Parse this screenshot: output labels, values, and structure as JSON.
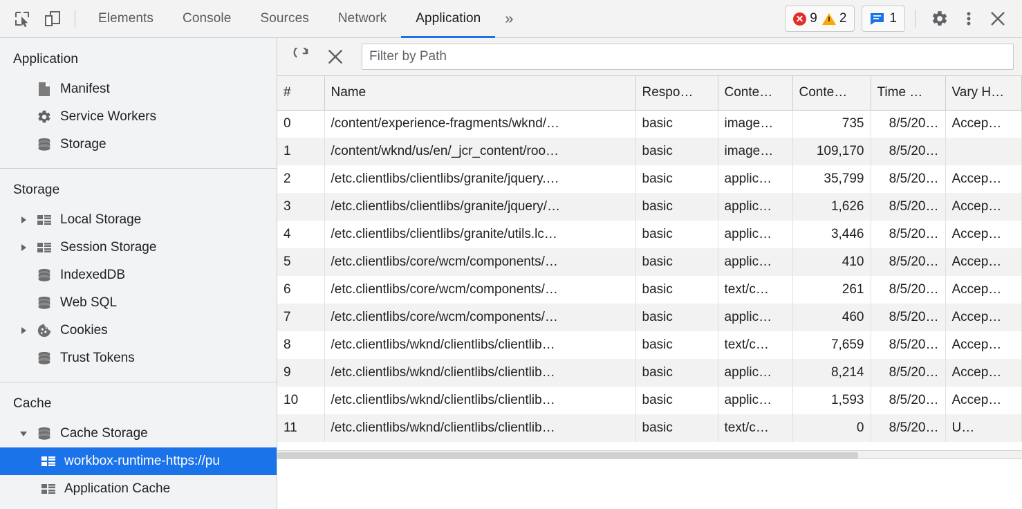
{
  "toolbar": {
    "inspect_icon": "inspect-element-icon",
    "device_icon": "device-toolbar-icon",
    "tabs": [
      {
        "label": "Elements",
        "active": false
      },
      {
        "label": "Console",
        "active": false
      },
      {
        "label": "Sources",
        "active": false
      },
      {
        "label": "Network",
        "active": false
      },
      {
        "label": "Application",
        "active": true
      }
    ],
    "more_tabs": "»",
    "error_count": "9",
    "warning_count": "2",
    "message_count": "1",
    "settings_icon": "gear-icon",
    "more_icon": "kebab-menu-icon",
    "close_icon": "close-icon",
    "accent_color": "#1a73e8",
    "error_color": "#e52d27",
    "warning_color": "#f9ab00",
    "message_color": "#1a73e8"
  },
  "sidebar": {
    "sections": [
      {
        "title": "Application",
        "items": [
          {
            "label": "Manifest",
            "icon": "manifest-file-icon",
            "arrow": "none",
            "selected": false
          },
          {
            "label": "Service Workers",
            "icon": "gear-icon",
            "arrow": "none",
            "selected": false
          },
          {
            "label": "Storage",
            "icon": "database-icon",
            "arrow": "none",
            "selected": false
          }
        ]
      },
      {
        "title": "Storage",
        "items": [
          {
            "label": "Local Storage",
            "icon": "table-icon",
            "arrow": "right",
            "selected": false
          },
          {
            "label": "Session Storage",
            "icon": "table-icon",
            "arrow": "right",
            "selected": false
          },
          {
            "label": "IndexedDB",
            "icon": "database-icon",
            "arrow": "none",
            "selected": false
          },
          {
            "label": "Web SQL",
            "icon": "database-icon",
            "arrow": "none",
            "selected": false
          },
          {
            "label": "Cookies",
            "icon": "cookie-icon",
            "arrow": "right",
            "selected": false
          },
          {
            "label": "Trust Tokens",
            "icon": "database-icon",
            "arrow": "none",
            "selected": false
          }
        ]
      },
      {
        "title": "Cache",
        "items": [
          {
            "label": "Cache Storage",
            "icon": "database-icon",
            "arrow": "down",
            "selected": false
          },
          {
            "label": "workbox-runtime-https://pu",
            "icon": "table-icon",
            "arrow": "none",
            "selected": true,
            "indent": 2
          },
          {
            "label": "Application Cache",
            "icon": "table-icon",
            "arrow": "none",
            "selected": false,
            "indent": 2
          }
        ]
      }
    ]
  },
  "main": {
    "refresh_icon": "refresh-icon",
    "clear_icon": "clear-icon",
    "filter": {
      "placeholder": "Filter by Path",
      "value": ""
    },
    "table": {
      "columns": [
        {
          "key": "idx",
          "label": "#",
          "align": "left"
        },
        {
          "key": "name",
          "label": "Name",
          "align": "left"
        },
        {
          "key": "resp",
          "label": "Respo…",
          "align": "left"
        },
        {
          "key": "ctype",
          "label": "Conte…",
          "align": "left"
        },
        {
          "key": "clen",
          "label": "Conte…",
          "align": "right"
        },
        {
          "key": "time",
          "label": "Time …",
          "align": "right"
        },
        {
          "key": "vary",
          "label": "Vary H…",
          "align": "left"
        }
      ],
      "rows": [
        {
          "idx": "0",
          "name": "/content/experience-fragments/wknd/…",
          "resp": "basic",
          "ctype": "image…",
          "clen": "735",
          "time": "8/5/20…",
          "vary": "Accep…"
        },
        {
          "idx": "1",
          "name": "/content/wknd/us/en/_jcr_content/roo…",
          "resp": "basic",
          "ctype": "image…",
          "clen": "109,170",
          "time": "8/5/20…",
          "vary": ""
        },
        {
          "idx": "2",
          "name": "/etc.clientlibs/clientlibs/granite/jquery.…",
          "resp": "basic",
          "ctype": "applic…",
          "clen": "35,799",
          "time": "8/5/20…",
          "vary": "Accep…"
        },
        {
          "idx": "3",
          "name": "/etc.clientlibs/clientlibs/granite/jquery/…",
          "resp": "basic",
          "ctype": "applic…",
          "clen": "1,626",
          "time": "8/5/20…",
          "vary": "Accep…"
        },
        {
          "idx": "4",
          "name": "/etc.clientlibs/clientlibs/granite/utils.lc…",
          "resp": "basic",
          "ctype": "applic…",
          "clen": "3,446",
          "time": "8/5/20…",
          "vary": "Accep…"
        },
        {
          "idx": "5",
          "name": "/etc.clientlibs/core/wcm/components/…",
          "resp": "basic",
          "ctype": "applic…",
          "clen": "410",
          "time": "8/5/20…",
          "vary": "Accep…"
        },
        {
          "idx": "6",
          "name": "/etc.clientlibs/core/wcm/components/…",
          "resp": "basic",
          "ctype": "text/c…",
          "clen": "261",
          "time": "8/5/20…",
          "vary": "Accep…"
        },
        {
          "idx": "7",
          "name": "/etc.clientlibs/core/wcm/components/…",
          "resp": "basic",
          "ctype": "applic…",
          "clen": "460",
          "time": "8/5/20…",
          "vary": "Accep…"
        },
        {
          "idx": "8",
          "name": "/etc.clientlibs/wknd/clientlibs/clientlib…",
          "resp": "basic",
          "ctype": "text/c…",
          "clen": "7,659",
          "time": "8/5/20…",
          "vary": "Accep…"
        },
        {
          "idx": "9",
          "name": "/etc.clientlibs/wknd/clientlibs/clientlib…",
          "resp": "basic",
          "ctype": "applic…",
          "clen": "8,214",
          "time": "8/5/20…",
          "vary": "Accep…"
        },
        {
          "idx": "10",
          "name": "/etc.clientlibs/wknd/clientlibs/clientlib…",
          "resp": "basic",
          "ctype": "applic…",
          "clen": "1,593",
          "time": "8/5/20…",
          "vary": "Accep…"
        },
        {
          "idx": "11",
          "name": "/etc.clientlibs/wknd/clientlibs/clientlib…",
          "resp": "basic",
          "ctype": "text/c…",
          "clen": "0",
          "time": "8/5/20…",
          "vary": "U…"
        }
      ]
    }
  }
}
